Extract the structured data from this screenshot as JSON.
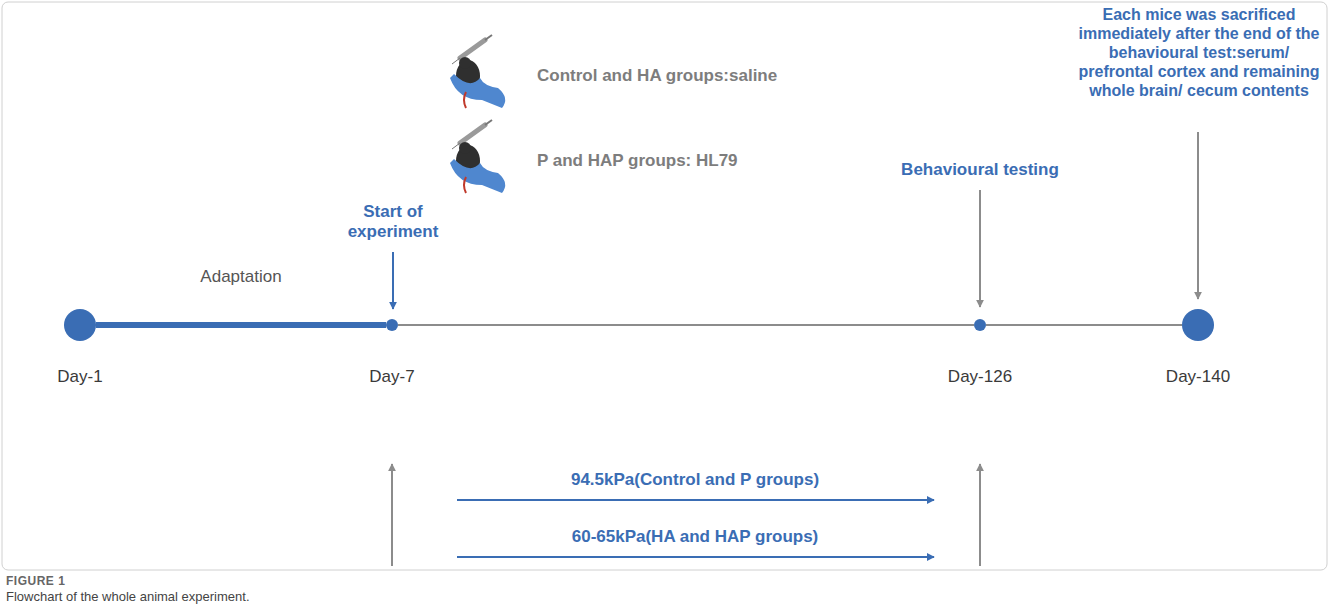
{
  "diagram": {
    "caption": "Flowchart of the whole animal experiment.",
    "nodes": [
      {
        "text": [
          "Day-1"
        ]
      },
      {
        "text": [
          "Day-7"
        ]
      },
      {
        "text": [
          "Day-126"
        ]
      },
      {
        "text": [
          "Day-140"
        ]
      }
    ],
    "edges": [
      {
        "from": 0,
        "to": 1,
        "arrow": "none",
        "label": "Adaptation"
      },
      {
        "from": 1,
        "to": 2,
        "arrow": "none"
      },
      {
        "from": 2,
        "to": 3,
        "arrow": "none"
      }
    ],
    "labels": [
      "Start of experiment",
      "Control and HA groups:saline",
      "P and HAP groups: HL79",
      "Behavioural testing",
      "Each mice was sacrificed immediately after the end of the behavioural test:serum/ prefrontal cortex and remaining whole brain/ cecum contents",
      "94.5kPa(Control and P groups)",
      "60-65kPa(HA and HAP groups)",
      "FIGURE 1"
    ]
  }
}
